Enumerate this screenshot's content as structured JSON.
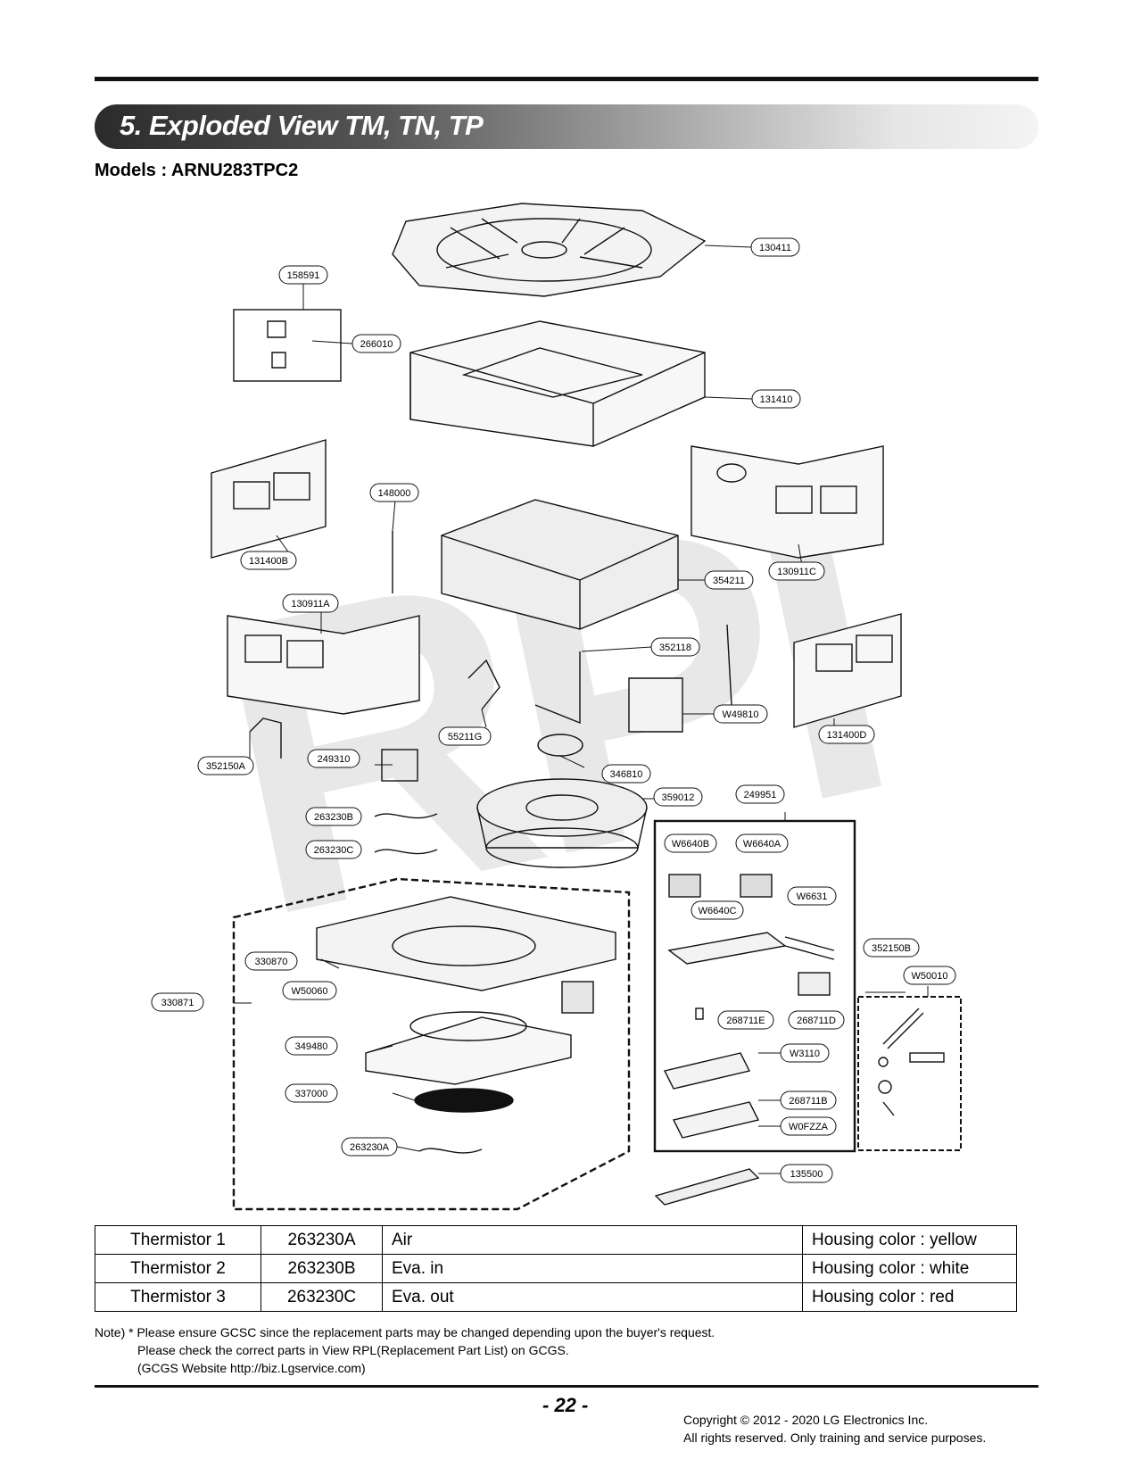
{
  "header": {
    "title": "5. Exploded View TM, TN, TP",
    "models": "Models : ARNU283TPC2"
  },
  "watermark": "RPI",
  "diagram": {
    "labels": {
      "p130411": "130411",
      "p158591": "158591",
      "p266010": "266010",
      "p131410": "131410",
      "p148000": "148000",
      "p131400B": "131400B",
      "p354211": "354211",
      "p130911C": "130911C",
      "p130911A": "130911A",
      "p352118": "352118",
      "pW49810": "W49810",
      "p131400D": "131400D",
      "p55211G": "55211G",
      "p352150A": "352150A",
      "p249310": "249310",
      "p346810": "346810",
      "p359012": "359012",
      "p249951": "249951",
      "p263230B": "263230B",
      "p263230C": "263230C",
      "pW6640B": "W6640B",
      "pW6640A": "W6640A",
      "pW6640C": "W6640C",
      "pW6631": "W6631",
      "p352150B": "352150B",
      "pW50010": "W50010",
      "p330870": "330870",
      "pW50060": "W50060",
      "p330871": "330871",
      "p268711E": "268711E",
      "p268711D": "268711D",
      "p349480": "349480",
      "pW3110": "W3110",
      "p337000": "337000",
      "p268711B": "268711B",
      "pW0FZZA": "W0FZZA",
      "p263230A": "263230A",
      "p135500": "135500"
    }
  },
  "table": {
    "rows": [
      {
        "name": "Thermistor 1",
        "code": "263230A",
        "location": "Air",
        "housing": "Housing color : yellow"
      },
      {
        "name": "Thermistor 2",
        "code": "263230B",
        "location": "Eva. in",
        "housing": "Housing color : white"
      },
      {
        "name": "Thermistor 3",
        "code": "263230C",
        "location": "Eva. out",
        "housing": "Housing color : red"
      }
    ]
  },
  "note": {
    "line1": "Note) * Please ensure GCSC since the replacement parts may be changed depending upon the buyer's request.",
    "line2": "Please check the correct parts in View RPL(Replacement Part List) on GCGS.",
    "line3": "(GCGS Website http://biz.Lgservice.com)"
  },
  "footer": {
    "page_number": "- 22 -",
    "copyright1": "Copyright © 2012 - 2020 LG Electronics Inc.",
    "copyright2": "All rights reserved. Only training and service purposes."
  }
}
